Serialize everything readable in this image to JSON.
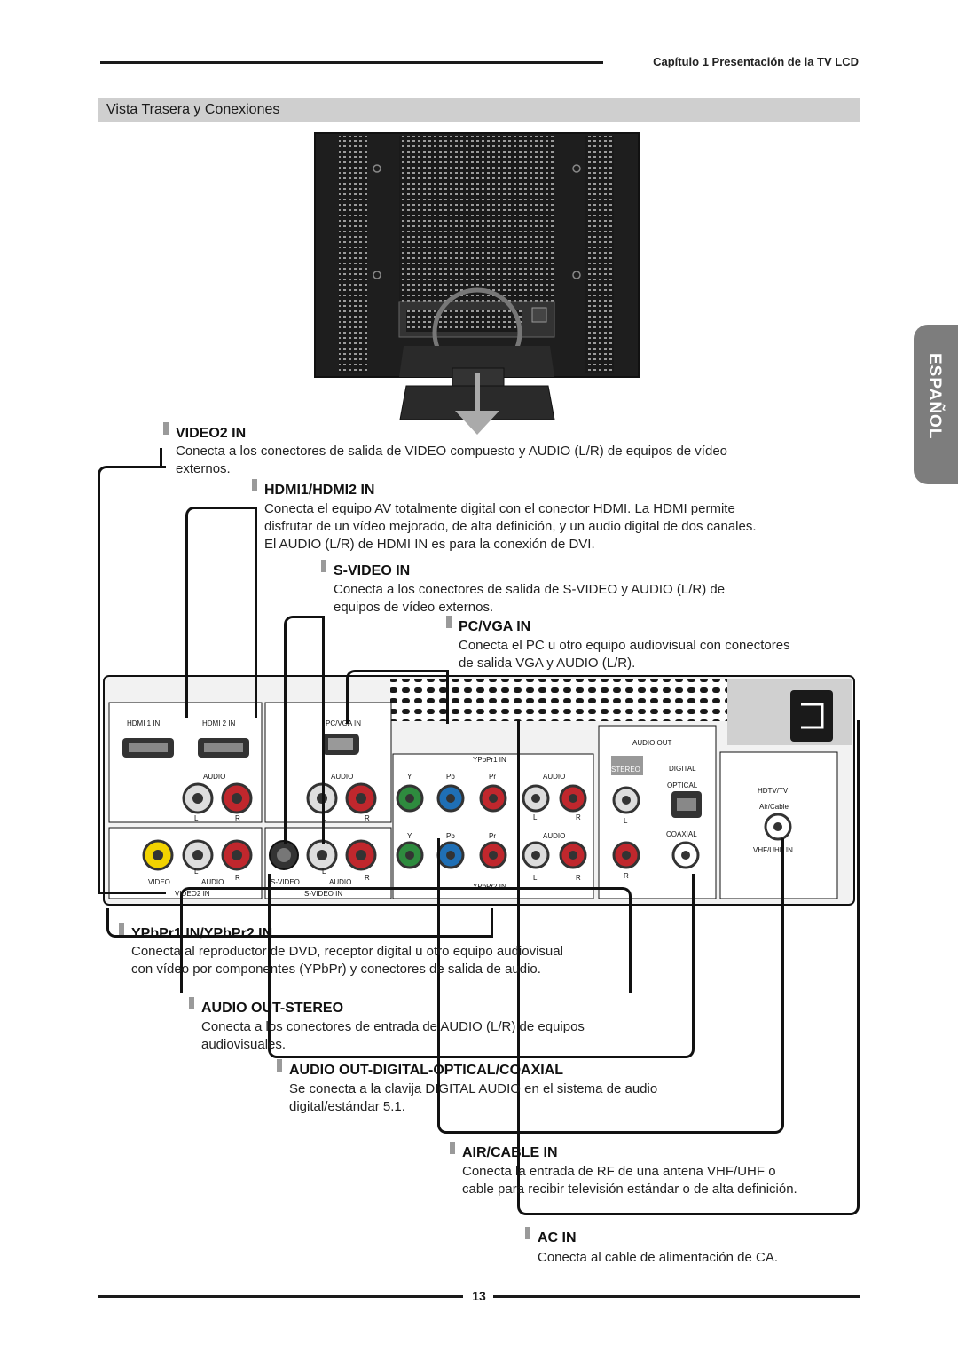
{
  "header": {
    "chapter": "Capítulo 1 Presentación de la TV LCD"
  },
  "section": {
    "title": "Vista Trasera y Conexiones"
  },
  "side_tab": {
    "label": "ESPAÑOL"
  },
  "items": [
    {
      "title": "VIDEO2 IN",
      "lines": [
        "Conecta a los conectores de salida de VIDEO compuesto y AUDIO (L/R) de equipos de vídeo",
        "externos."
      ]
    },
    {
      "title": "HDMI1/HDMI2 IN",
      "lines": [
        "Conecta el equipo AV totalmente digital con el conector HDMI. La HDMI permite",
        "disfrutar de un vídeo mejorado, de alta definición, y un audio digital de dos canales.",
        "El AUDIO (L/R) de HDMI IN es para la conexión de DVI."
      ]
    },
    {
      "title": "S-VIDEO IN",
      "lines": [
        "Conecta a los conectores de salida de S-VIDEO y AUDIO (L/R) de",
        "equipos de vídeo externos."
      ]
    },
    {
      "title": "PC/VGA IN",
      "lines": [
        "Conecta el PC u otro equipo audiovisual con conectores",
        "de salida VGA y AUDIO (L/R)."
      ]
    },
    {
      "title": "YPbPr1 IN/YPbPr2 IN",
      "lines": [
        "Conecta al reproductor de DVD, receptor digital u otro equipo audiovisual",
        "con vídeo por componentes (YPbPr) y conectores de salida de audio."
      ]
    },
    {
      "title": "AUDIO OUT-STEREO",
      "lines": [
        "Conecta a los conectores de entrada de AUDIO (L/R) de equipos",
        "audiovisuales."
      ]
    },
    {
      "title": "AUDIO OUT-DIGITAL-OPTICAL/COAXIAL",
      "lines": [
        "Se conecta a la clavija DIGITAL AUDIO en el sistema de audio",
        "digital/estándar 5.1."
      ]
    },
    {
      "title": "AIR/CABLE IN",
      "lines": [
        "Conecta la entrada de RF de una antena VHF/UHF o",
        "cable para recibir televisión estándar o de alta definición."
      ]
    },
    {
      "title": "AC IN",
      "lines": [
        "Conecta al cable de alimentación de CA."
      ]
    }
  ],
  "panel": {
    "hdmi1": "HDMI 1 IN",
    "hdmi2": "HDMI 2 IN",
    "pcvga": "PC/VGA IN",
    "audio": "AUDIO",
    "l": "L",
    "r": "R",
    "video": "VIDEO",
    "video2_in": "VIDEO2 IN",
    "svideo": "S-VIDEO",
    "svideo_in": "S-VIDEO IN",
    "y": "Y",
    "pb": "Pb",
    "pr": "Pr",
    "ypbpr1": "YPbPr1 IN",
    "ypbpr2": "YPbPr2 IN",
    "audio_out": "AUDIO OUT",
    "stereo": "STEREO",
    "digital": "DIGITAL",
    "optical": "OPTICAL",
    "coaxial": "COAXIAL",
    "hdtv": "HDTV/TV",
    "aircable": "Air/Cable",
    "vhfuhf": "VHF/UHF IN"
  },
  "page": {
    "number": "13"
  }
}
